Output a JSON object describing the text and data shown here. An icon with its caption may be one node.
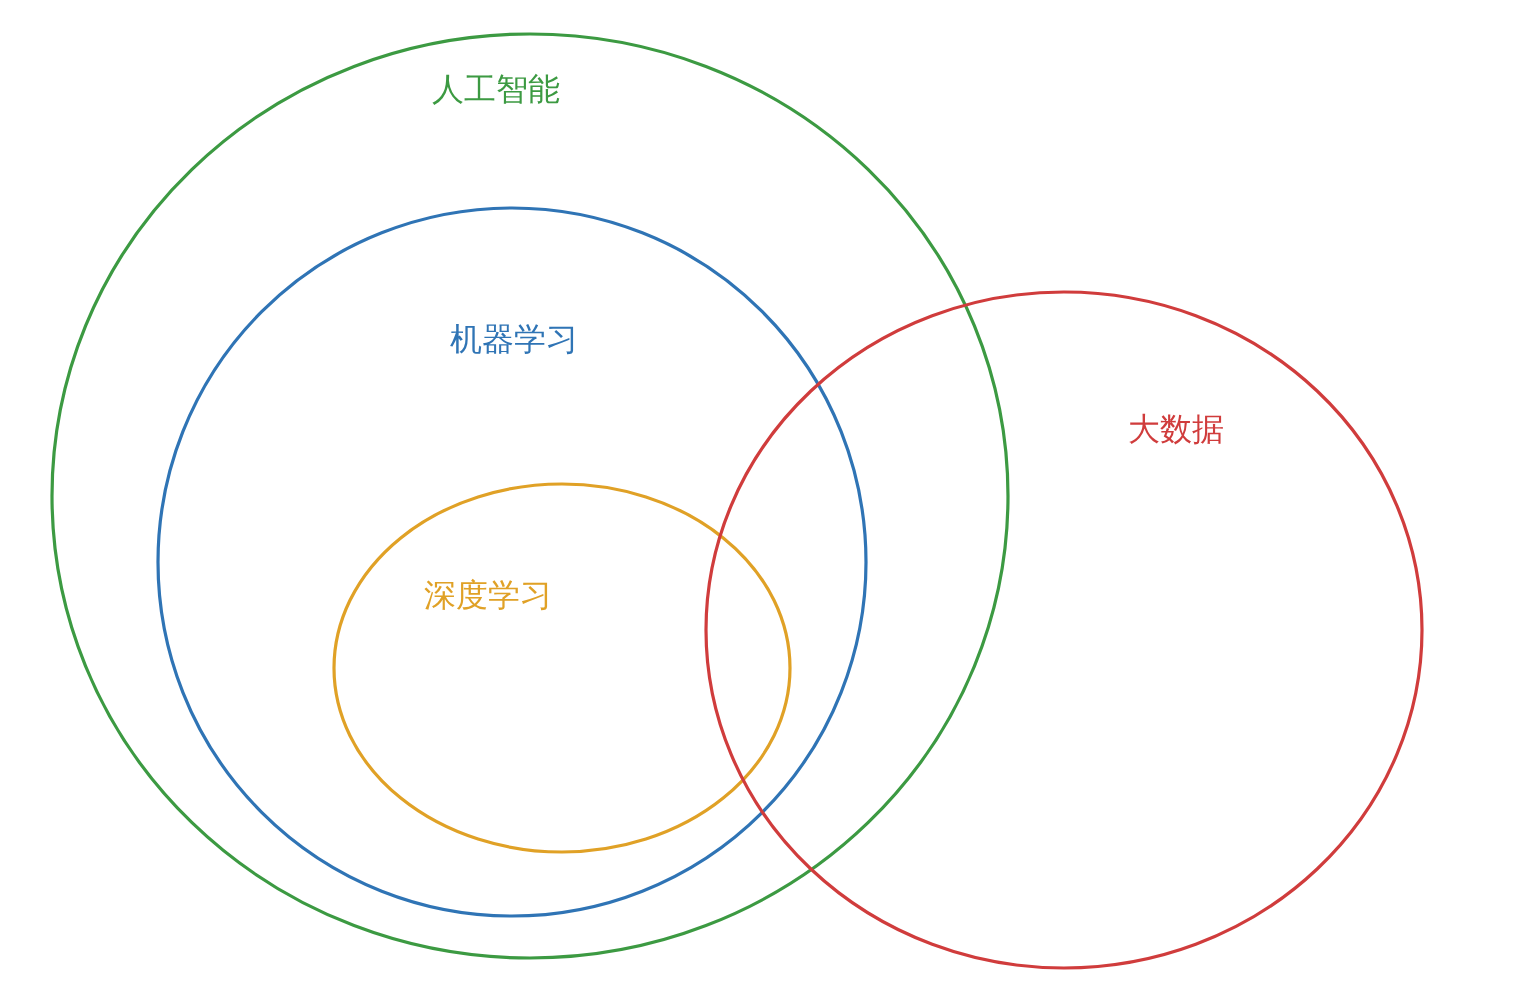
{
  "diagram": {
    "nodes": [
      {
        "text": [
          "人工智能"
        ]
      },
      {
        "text": [
          "机器学习"
        ],
        "in": 0
      },
      {
        "text": [
          "深度学习"
        ],
        "in": 1
      },
      {
        "text": [
          "大数据"
        ]
      }
    ]
  }
}
